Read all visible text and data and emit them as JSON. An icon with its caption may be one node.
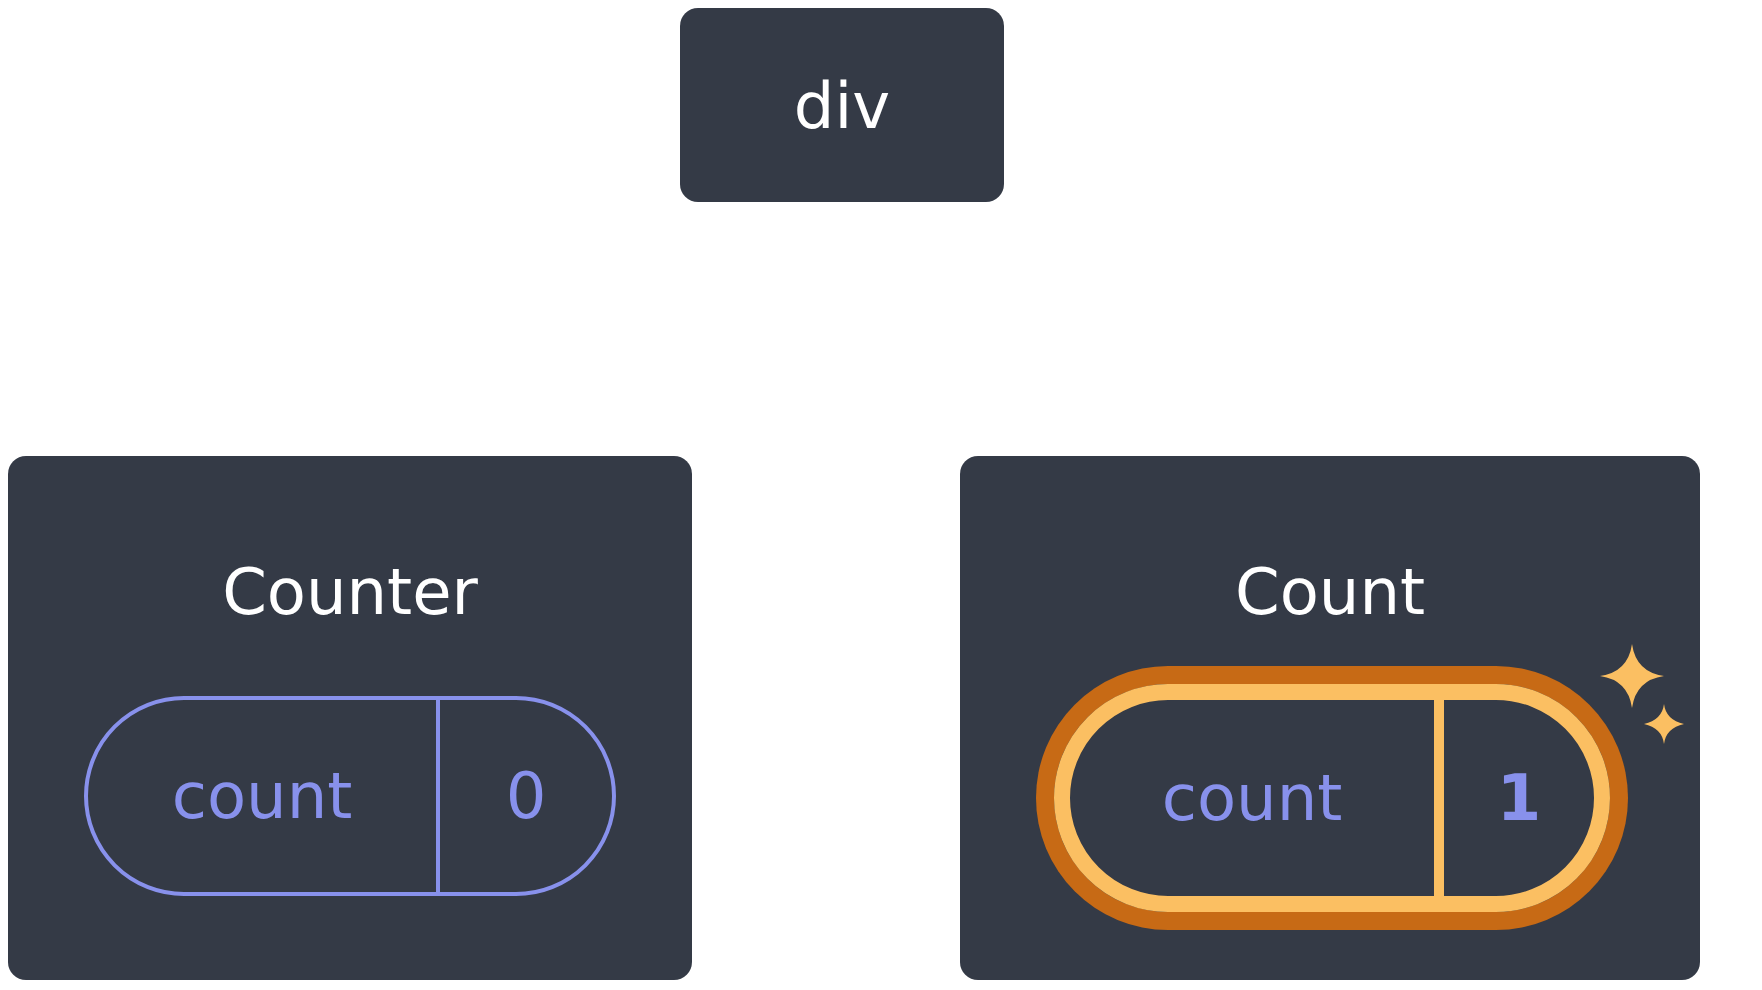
{
  "diagram": {
    "nodes": [
      {
        "text": [
          "div"
        ]
      },
      {
        "text": [
          "Counter"
        ]
      },
      {
        "text": [
          "count",
          "0"
        ],
        "in": 1
      },
      {
        "text": [
          "Count"
        ]
      },
      {
        "text": [
          "count",
          "1"
        ],
        "in": 3
      }
    ]
  }
}
